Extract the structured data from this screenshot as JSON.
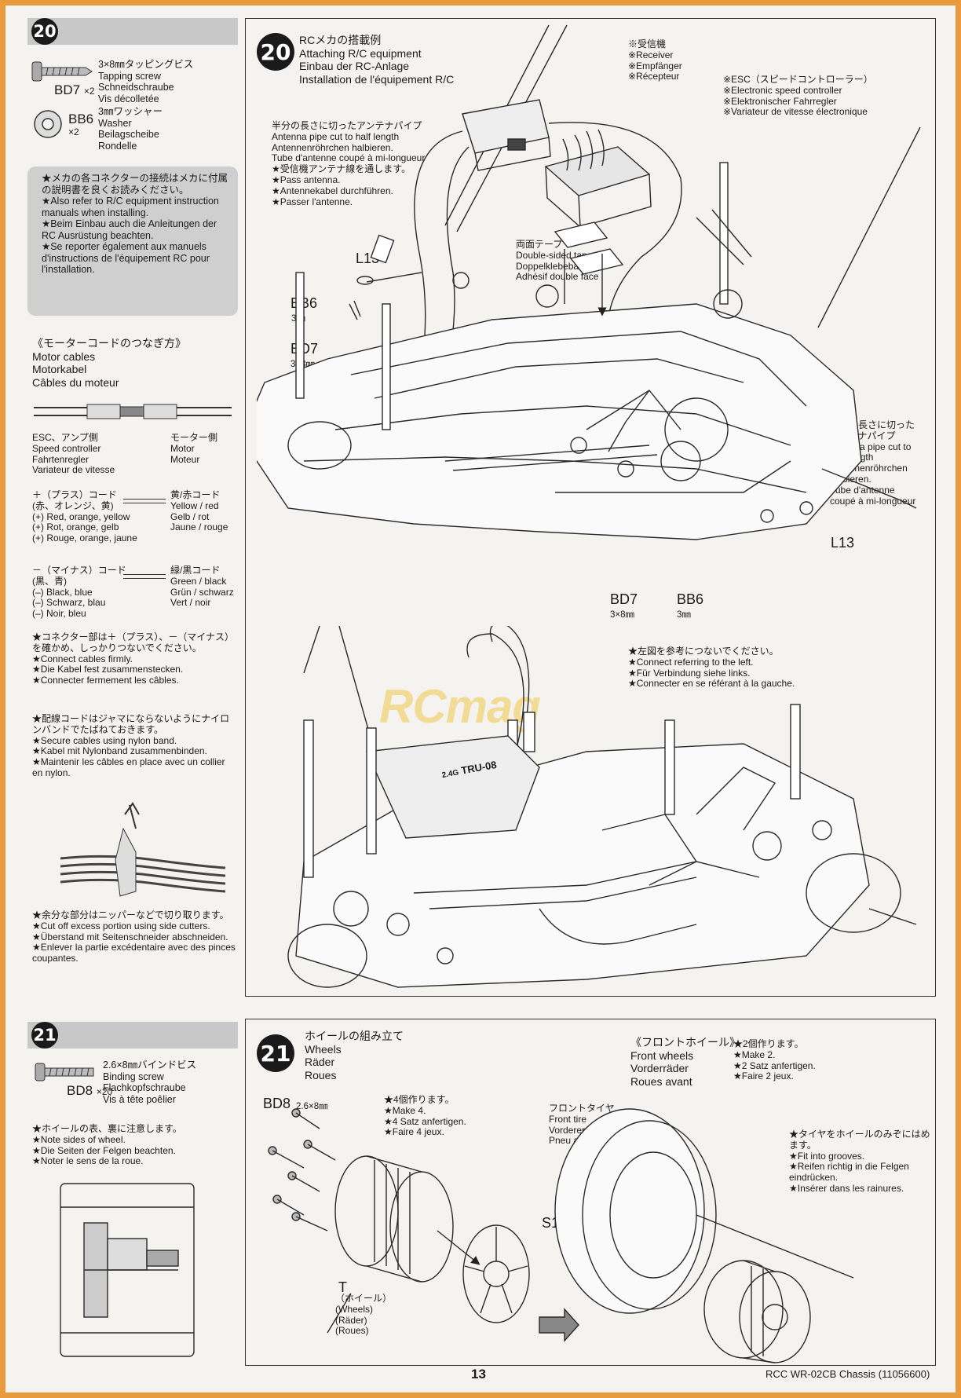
{
  "page_number": "13",
  "footer_title": "RCC WR-02CB Chassis  (11056600)",
  "watermark": "RCmag",
  "step20": {
    "number": "20",
    "screw_desc": "3×8㎜タッピングビス\nTapping screw\nSchneidschraube\nVis décolletée",
    "screw_code": "BD7",
    "screw_qty": "×2",
    "washer_desc": "3㎜ワッシャー\nWasher\nBeilagscheibe\nRondelle",
    "washer_code": "BB6",
    "washer_qty": "×2",
    "note": "★メカの各コネクターの接続はメカに付属の説明書を良くお読みください。\n★Also refer to R/C equipment instruction manuals when installing.\n★Beim Einbau auch die Anleitungen der RC Ausrüstung beachten.\n★Se reporter également aux manuels d'instructions de l'équipement RC pour l'installation.",
    "motor_cables_title": "《モーターコードのつなぎ方》\nMotor cables\nMotorkabel\nCâbles du moteur",
    "esc_side": "ESC、アンプ側\nSpeed controller\nFahrtenregler\nVariateur de vitesse",
    "motor_side": "モーター側\nMotor\nMoteur",
    "plus_cord": "＋（プラス）コード\n(赤、オレンジ、黄)\n(+) Red, orange, yellow\n(+) Rot, orange, gelb\n(+) Rouge, orange, jaune",
    "plus_motor": "黄/赤コード\nYellow / red\nGelb / rot\nJaune / rouge",
    "minus_cord": "－（マイナス）コード\n(黒、青)\n(–) Black, blue\n(–) Schwarz, blau\n(–) Noir, bleu",
    "minus_motor": "緑/黒コード\nGreen / black\nGrün / schwarz\nVert / noir",
    "connector_note": "★コネクター部は＋（プラス）、－（マイナス）を確かめ、しっかりつないでください。\n★Connect cables firmly.\n★Die Kabel fest zusammenstecken.\n★Connecter fermement les câbles.",
    "cable_note": "★配線コードはジャマにならないようにナイロンバンドでたばねておきます。\n★Secure cables using nylon band.\n★Kabel mit Nylonband zusammenbinden.\n★Maintenir les câbles en place avec un collier en nylon.",
    "cut_note": "★余分な部分はニッパーなどで切り取ります。\n★Cut off excess portion using side cutters.\n★Überstand mit Seitenschneider abschneiden.\n★Enlever la partie excédentaire avec des pinces coupantes.",
    "panel_title": "RCメカの搭載例\nAttaching R/C equipment\nEinbau der RC-Anlage\nInstallation de l'équipement R/C",
    "receiver": "※受信機\n※Receiver\n※Empfänger\n※Récepteur",
    "esc": "※ESC（スピードコントローラー）\n※Electronic speed controller\n※Elektronischer Fahrregler\n※Variateur de vitesse électronique",
    "antenna_pipe": "半分の長さに切ったアンテナパイプ\nAntenna pipe cut to half length\nAntennenröhrchen halbieren.\nTube d'antenne coupé à mi-longueur\n★受信機アンテナ線を通します。\n★Pass antenna.\n★Antennekabel durchführen.\n★Passer l'antenne.",
    "tape": "両面テープ\nDouble-sided tape\nDoppelklebeband\nAdhésif double face",
    "antenna_pipe_right": "半分の長さに切った\nアンテナパイプ\nAntenna pipe cut to\nhalf length\nAntennenröhrchen\nhalbieren.\nTube d'antenne\ncoupé à mi-longueur",
    "l13": "L13",
    "bb6": "BB6",
    "bb6_size": "3㎜",
    "bd7": "BD7",
    "bd7_size": "3×8㎜",
    "connect_note": "★左図を参考につないでください。\n★Connect referring to the left.\n★Für Verbindung siehe links.\n★Connecter en se référant à la gauche.",
    "esc_label": "TRU-08",
    "esc_label2": "2.4G"
  },
  "step21": {
    "number": "21",
    "screw_desc": "2.6×8㎜バインドビス\nBinding screw\nFlachkopfschraube\nVis à tête poêlier",
    "screw_code": "BD8",
    "screw_qty": "×20",
    "side_note": "★ホイールの表、裏に注意します。\n★Note sides of wheel.\n★Die Seiten der Felgen beachten.\n★Noter le sens de la roue.",
    "panel_title": "ホイールの組み立て\nWheels\nRäder\nRoues",
    "bd8": "BD8",
    "bd8_size": "2.6×8㎜",
    "make4": "★4個作ります。\n★Make 4.\n★4 Satz anfertigen.\n★Faire 4 jeux.",
    "front_wheels": "《フロントホイール》\nFront wheels\nVorderräder\nRoues avant",
    "make2": "★2個作ります。\n★Make 2.\n★2 Satz anfertigen.\n★Faire 2 jeux.",
    "front_tire": "フロントタイヤ\nFront tire\nVorderer Reifen\nPneu avant",
    "fit_note": "★タイヤをホイールのみぞにはめます。\n★Fit into grooves.\n★Reifen richtig in die Felgen eindrücken.\n★Insérer dans les rainures.",
    "s1": "S1",
    "t": "T",
    "t_desc": "（ホイール）\n(Wheels)\n(Räder)\n(Roues)"
  }
}
